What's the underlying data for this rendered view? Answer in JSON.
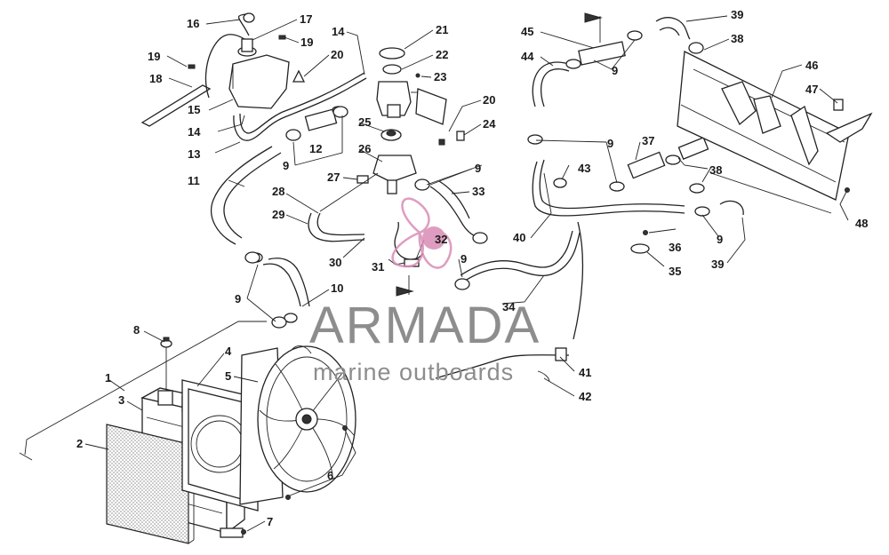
{
  "watermark": {
    "brand": "ARMADA",
    "tagline": "marine outboards",
    "logo_color": "#d98cb6",
    "text_color": "#8d8d8d"
  },
  "callouts": [
    {
      "id": "c1",
      "text": "1"
    },
    {
      "id": "c2",
      "text": "2"
    },
    {
      "id": "c3",
      "text": "3"
    },
    {
      "id": "c4",
      "text": "4"
    },
    {
      "id": "c5",
      "text": "5"
    },
    {
      "id": "c6",
      "text": "6"
    },
    {
      "id": "c7",
      "text": "7"
    },
    {
      "id": "c8",
      "text": "8"
    },
    {
      "id": "c9a",
      "text": "9"
    },
    {
      "id": "c9b",
      "text": "9"
    },
    {
      "id": "c9c",
      "text": "9"
    },
    {
      "id": "c9d",
      "text": "9"
    },
    {
      "id": "c9e",
      "text": "9"
    },
    {
      "id": "c9f",
      "text": "9"
    },
    {
      "id": "c9g",
      "text": "9"
    },
    {
      "id": "c10",
      "text": "10"
    },
    {
      "id": "c11",
      "text": "11"
    },
    {
      "id": "c12",
      "text": "12"
    },
    {
      "id": "c13",
      "text": "13"
    },
    {
      "id": "c14a",
      "text": "14"
    },
    {
      "id": "c14b",
      "text": "14"
    },
    {
      "id": "c15",
      "text": "15"
    },
    {
      "id": "c16",
      "text": "16"
    },
    {
      "id": "c17",
      "text": "17"
    },
    {
      "id": "c18",
      "text": "18"
    },
    {
      "id": "c19a",
      "text": "19"
    },
    {
      "id": "c19b",
      "text": "19"
    },
    {
      "id": "c20a",
      "text": "20"
    },
    {
      "id": "c20b",
      "text": "20"
    },
    {
      "id": "c21",
      "text": "21"
    },
    {
      "id": "c22",
      "text": "22"
    },
    {
      "id": "c23",
      "text": "23"
    },
    {
      "id": "c24",
      "text": "24"
    },
    {
      "id": "c25",
      "text": "25"
    },
    {
      "id": "c26",
      "text": "26"
    },
    {
      "id": "c27",
      "text": "27"
    },
    {
      "id": "c28",
      "text": "28"
    },
    {
      "id": "c29",
      "text": "29"
    },
    {
      "id": "c30",
      "text": "30"
    },
    {
      "id": "c31",
      "text": "31"
    },
    {
      "id": "c32",
      "text": "32"
    },
    {
      "id": "c33",
      "text": "33"
    },
    {
      "id": "c34",
      "text": "34"
    },
    {
      "id": "c35",
      "text": "35"
    },
    {
      "id": "c36",
      "text": "36"
    },
    {
      "id": "c37",
      "text": "37"
    },
    {
      "id": "c38a",
      "text": "38"
    },
    {
      "id": "c38b",
      "text": "38"
    },
    {
      "id": "c39a",
      "text": "39"
    },
    {
      "id": "c39b",
      "text": "39"
    },
    {
      "id": "c40",
      "text": "40"
    },
    {
      "id": "c41",
      "text": "41"
    },
    {
      "id": "c42",
      "text": "42"
    },
    {
      "id": "c43",
      "text": "43"
    },
    {
      "id": "c44",
      "text": "44"
    },
    {
      "id": "c45",
      "text": "45"
    },
    {
      "id": "c46",
      "text": "46"
    },
    {
      "id": "c47",
      "text": "47"
    },
    {
      "id": "c48",
      "text": "48"
    }
  ]
}
